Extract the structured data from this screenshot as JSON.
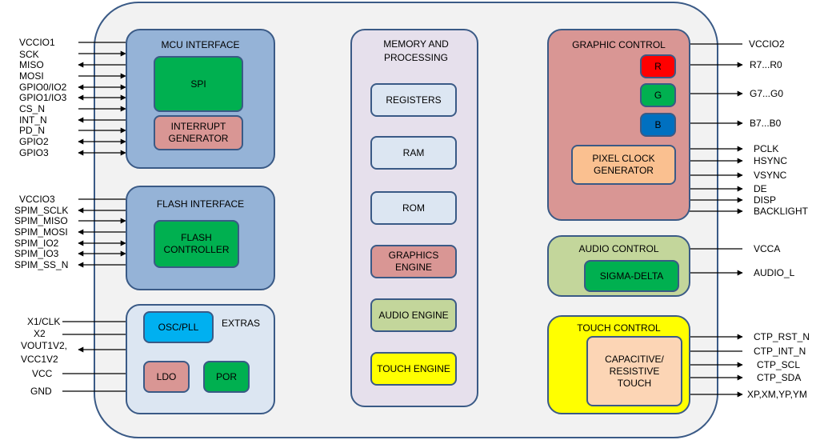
{
  "blocks": {
    "mcu": {
      "title": "MCU INTERFACE",
      "spi": "SPI",
      "irq": "INTERRUPT GENERATOR"
    },
    "flash": {
      "title": "FLASH INTERFACE",
      "ctrl": "FLASH CONTROLLER"
    },
    "extras": {
      "title": "EXTRAS",
      "osc": "OSC/PLL",
      "ldo": "LDO",
      "por": "POR"
    },
    "memory": {
      "title": "MEMORY AND PROCESSING",
      "registers": "REGISTERS",
      "ram": "RAM",
      "rom": "ROM",
      "graphics": "GRAPHICS ENGINE",
      "audio": "AUDIO ENGINE",
      "touch": "TOUCH ENGINE"
    },
    "graphic": {
      "title": "GRAPHIC CONTROL",
      "r": "R",
      "g": "G",
      "b": "B",
      "pclk": "PIXEL CLOCK GENERATOR"
    },
    "audio": {
      "title": "AUDIO CONTROL",
      "sd": "SIGMA-DELTA"
    },
    "touch": {
      "title": "TOUCH CONTROL",
      "ctp": "CAPACITIVE/ RESISTIVE TOUCH"
    }
  },
  "pins": {
    "mcu": [
      "VCCIO1",
      "SCK",
      "MISO",
      "MOSI",
      "GPIO0/IO2",
      "GPIO1/IO3",
      "CS_N",
      "INT_N",
      "PD_N",
      "GPIO2",
      "GPIO3"
    ],
    "flash": [
      "VCCIO3",
      "SPIM_SCLK",
      "SPIM_MISO",
      "SPIM_MOSI",
      "SPIM_IO2",
      "SPIM_IO3",
      "SPIM_SS_N"
    ],
    "extras": [
      "X1/CLK",
      "X2",
      "VOUT1V2,",
      "VCC1V2",
      "VCC",
      "GND"
    ],
    "graphic": [
      "VCCIO2",
      "R7...R0",
      "G7...G0",
      "B7...B0",
      "PCLK",
      "HSYNC",
      "VSYNC",
      "DE",
      "DISP",
      "BACKLIGHT"
    ],
    "audio": [
      "VCCA",
      "AUDIO_L"
    ],
    "touch": [
      "CTP_RST_N",
      "CTP_INT_N",
      "CTP_SCL",
      "CTP_SDA",
      "XP,XM,YP,YM"
    ]
  }
}
